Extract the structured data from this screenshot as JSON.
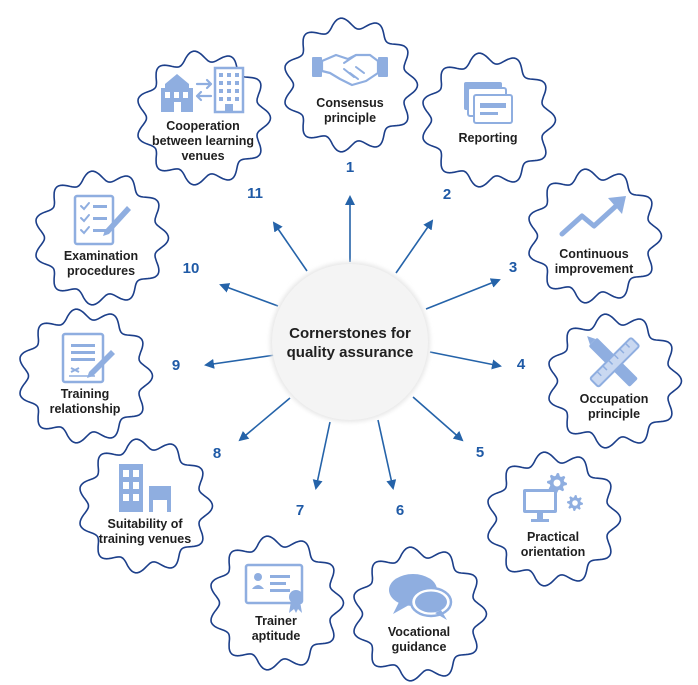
{
  "center": {
    "line1": "Cornerstones for",
    "line2": "quality assurance"
  },
  "nodes": [
    {
      "number": "1",
      "lines": [
        "Consensus",
        "principle"
      ],
      "icon": "handshake-icon"
    },
    {
      "number": "2",
      "lines": [
        "Reporting"
      ],
      "icon": "report-cards-icon"
    },
    {
      "number": "3",
      "lines": [
        "Continuous",
        "improvement"
      ],
      "icon": "trend-arrow-icon"
    },
    {
      "number": "4",
      "lines": [
        "Occupation",
        "principle"
      ],
      "icon": "tools-icon"
    },
    {
      "number": "5",
      "lines": [
        "Practical",
        "orientation"
      ],
      "icon": "monitor-gears-icon"
    },
    {
      "number": "6",
      "lines": [
        "Vocational",
        "guidance"
      ],
      "icon": "speech-bubbles-icon"
    },
    {
      "number": "7",
      "lines": [
        "Trainer",
        "aptitude"
      ],
      "icon": "certificate-icon"
    },
    {
      "number": "8",
      "lines": [
        "Suitability of",
        "training venues"
      ],
      "icon": "building-chair-icon"
    },
    {
      "number": "9",
      "lines": [
        "Training",
        "relationship"
      ],
      "icon": "contract-icon"
    },
    {
      "number": "10",
      "lines": [
        "Examination",
        "procedures"
      ],
      "icon": "checklist-icon"
    },
    {
      "number": "11",
      "lines": [
        "Cooperation",
        "between learning",
        "venues"
      ],
      "icon": "buildings-exchange-icon"
    }
  ],
  "colors": {
    "blob_stroke": "#1c3f8a",
    "arrow": "#2563a9",
    "number": "#1f5aa6",
    "icon": "#8faee0",
    "center_fill": "#f4f4f4"
  }
}
